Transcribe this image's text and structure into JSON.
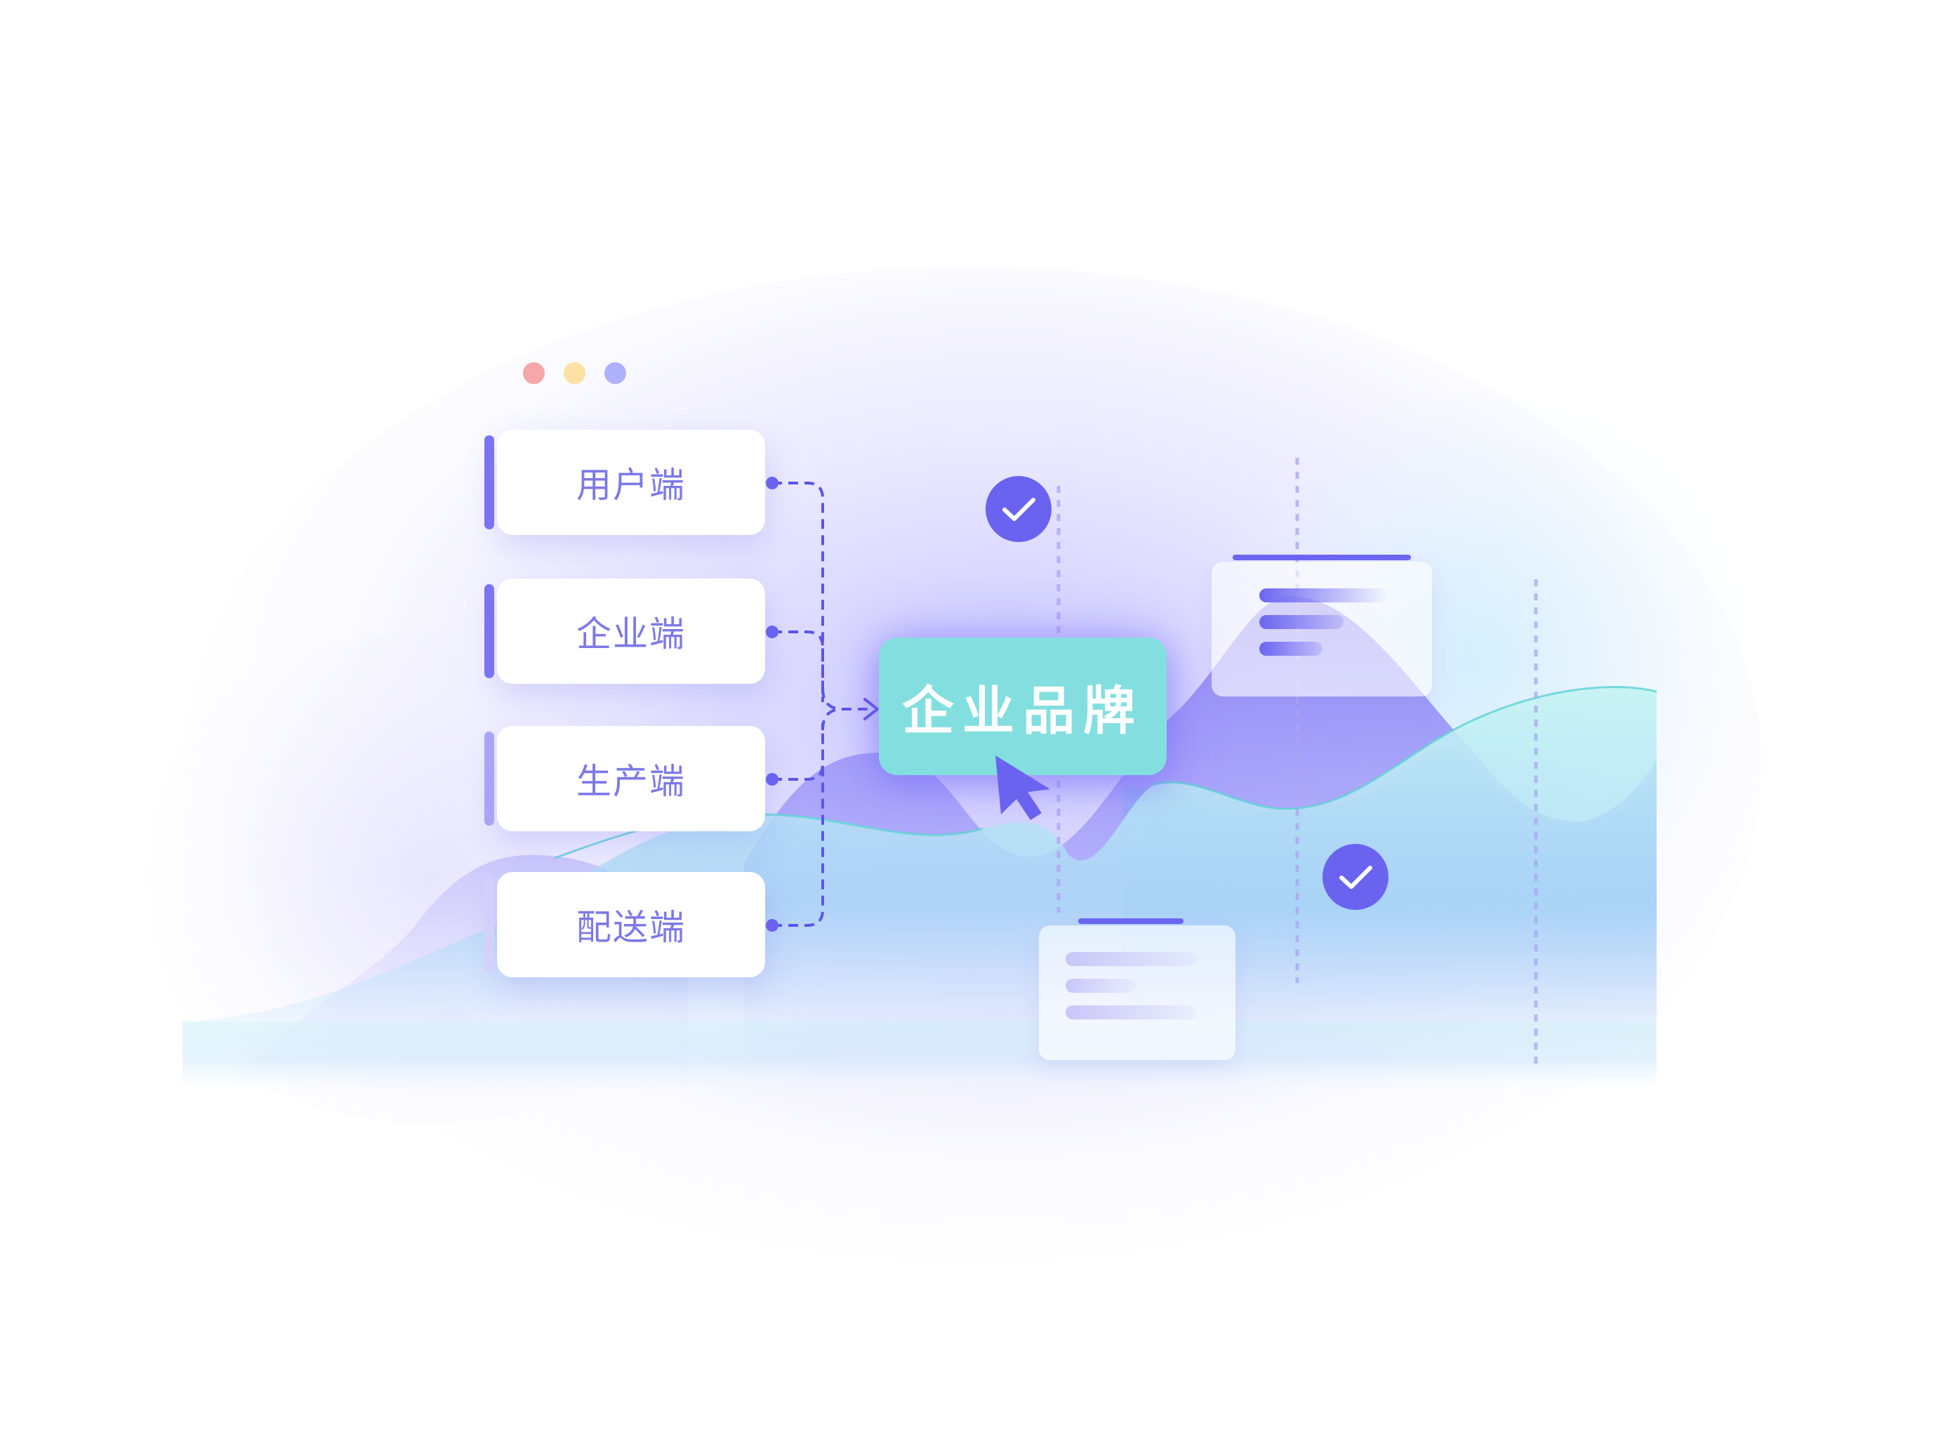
{
  "sources": [
    {
      "label": "用户端"
    },
    {
      "label": "企业端"
    },
    {
      "label": "生产端"
    },
    {
      "label": "配送端"
    }
  ],
  "target": {
    "label": "企业品牌"
  },
  "window_dots": [
    "#f6a7a7",
    "#fde1a4",
    "#aeb1fb"
  ],
  "colors": {
    "accent": "#6a63f0",
    "brand_box": "#83dfdf",
    "label_text": "#7d79e6",
    "mountain_purple": "#8f89f7",
    "wave_cyan": "#a8ecf0"
  },
  "icons": [
    "check-icon",
    "cursor-arrow-icon",
    "arrow-right-icon"
  ]
}
